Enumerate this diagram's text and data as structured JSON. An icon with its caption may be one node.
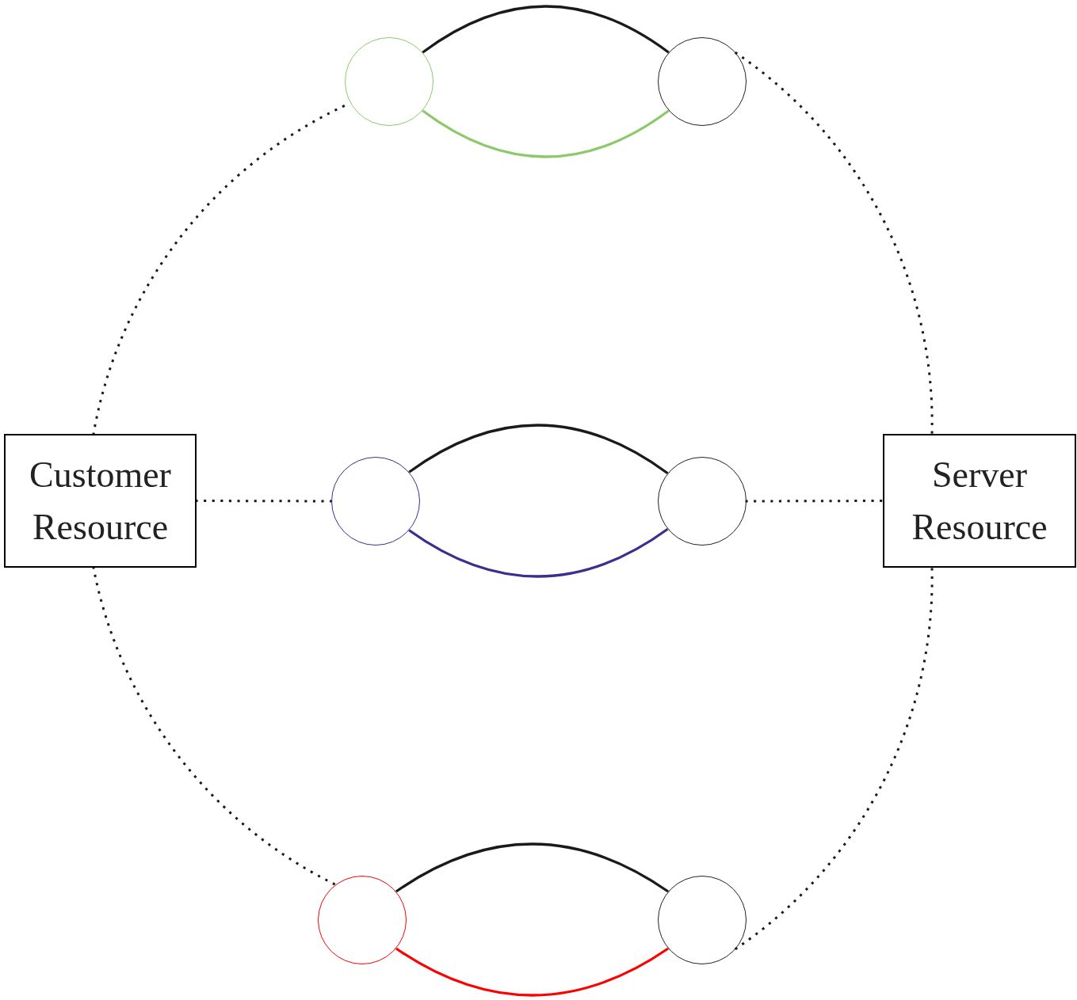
{
  "diagram": {
    "nodes": [
      {
        "text": [
          "Customer Resource"
        ]
      },
      {
        "text": [
          "Server Resource"
        ]
      },
      {
        "text": [],
        "shape": "circle"
      },
      {
        "text": [],
        "shape": "circle"
      },
      {
        "text": [],
        "shape": "circle"
      },
      {
        "text": [],
        "shape": "circle"
      },
      {
        "text": [],
        "shape": "circle"
      },
      {
        "text": [],
        "shape": "circle"
      }
    ],
    "edges": [
      {
        "from": 2,
        "to": 3,
        "arrow": "none"
      },
      {
        "from": 2,
        "to": 3,
        "arrow": "none",
        "color": "#8dc96b"
      },
      {
        "from": 4,
        "to": 5,
        "arrow": "none"
      },
      {
        "from": 4,
        "to": 5,
        "arrow": "none",
        "color": "#3a2f8f"
      },
      {
        "from": 6,
        "to": 7,
        "arrow": "none"
      },
      {
        "from": 6,
        "to": 7,
        "arrow": "none",
        "color": "#ff0000"
      },
      {
        "from": 0,
        "to": 2,
        "arrow": "none",
        "style": "dashed"
      },
      {
        "from": 0,
        "to": 4,
        "arrow": "none",
        "style": "dashed"
      },
      {
        "from": 0,
        "to": 6,
        "arrow": "none",
        "style": "dashed"
      },
      {
        "from": 3,
        "to": 1,
        "arrow": "none",
        "style": "dashed"
      },
      {
        "from": 5,
        "to": 1,
        "arrow": "none",
        "style": "dashed"
      },
      {
        "from": 7,
        "to": 1,
        "arrow": "none",
        "style": "dashed"
      }
    ]
  }
}
